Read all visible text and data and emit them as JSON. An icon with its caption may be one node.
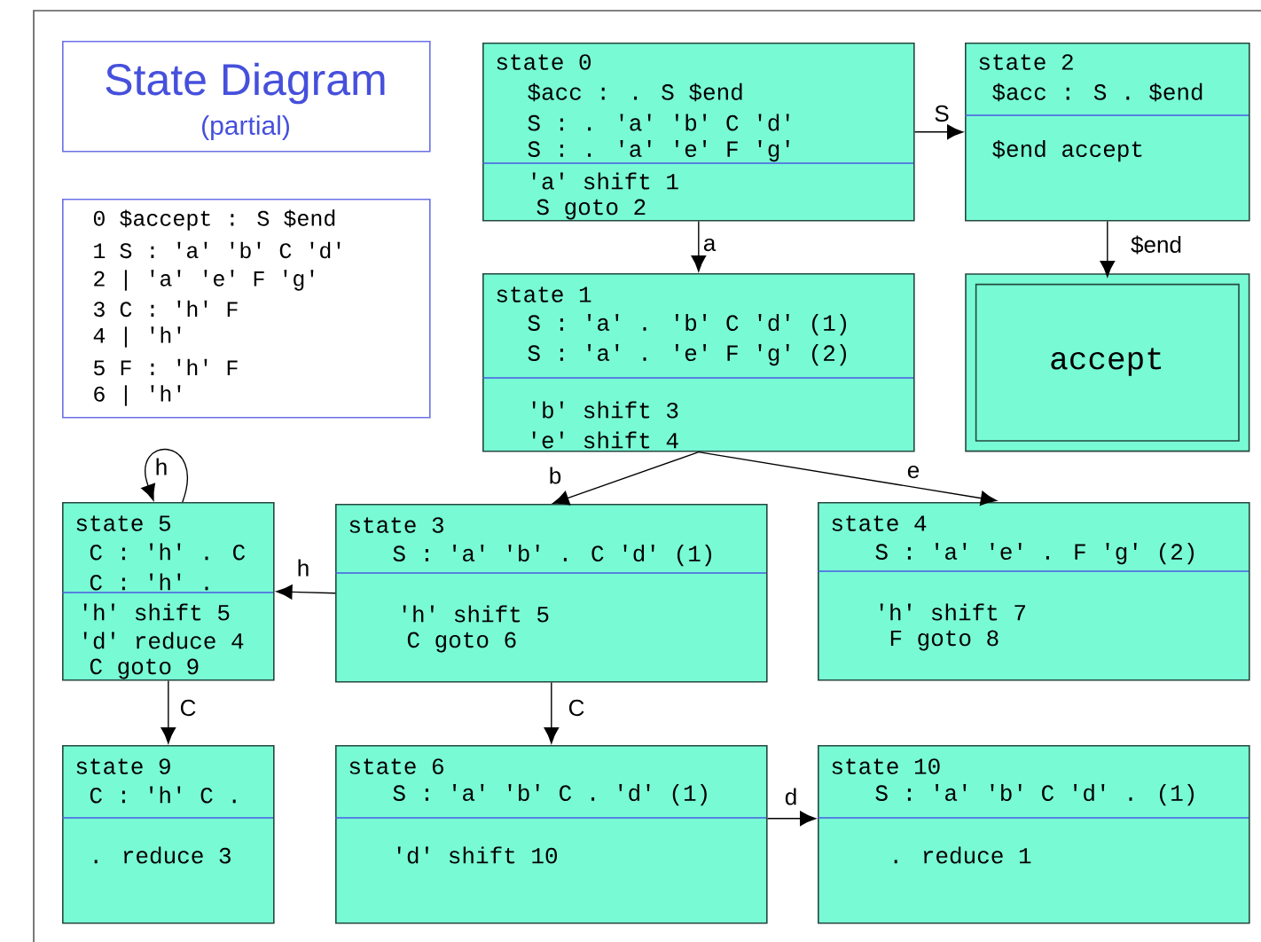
{
  "diagram": {
    "nodes": [
      {
        "text": [
          "State Diagram",
          "(partial)"
        ]
      },
      {
        "text": [
          "0 $accept : S $end",
          "1 S : 'a' 'b' C 'd'",
          "2 | 'a' 'e' F 'g'",
          "3 C : 'h' F",
          "4 | 'h'",
          "5 F : 'h' F",
          "6 | 'h'"
        ]
      },
      {
        "text": [
          "state 0",
          "$acc : . S $end",
          "S : . 'a' 'b' C 'd'",
          "S : . 'a' 'e' F 'g'",
          "'a' shift 1",
          "S goto 2"
        ]
      },
      {
        "text": [
          "state 2",
          "$acc : S . $end",
          "$end accept"
        ]
      },
      {
        "text": [
          "state 1",
          "S : 'a' . 'b' C 'd' (1)",
          "S : 'a' . 'e' F 'g' (2)",
          "'b' shift 3",
          "'e' shift 4"
        ]
      },
      {
        "text": [
          "accept"
        ]
      },
      {
        "text": [
          "state 5",
          "C : 'h' . C",
          "C : 'h' .",
          "'h' shift 5",
          "'d' reduce 4",
          "C goto 9"
        ]
      },
      {
        "text": [
          "state 3",
          "S : 'a' 'b' . C 'd' (1)",
          "'h' shift 5",
          "C goto 6"
        ]
      },
      {
        "text": [
          "state 4",
          "S : 'a' 'e' . F 'g' (2)",
          "'h' shift 7",
          "F goto 8"
        ]
      },
      {
        "text": [
          "state 9",
          "C : 'h' C .",
          ". reduce 3"
        ]
      },
      {
        "text": [
          "state 6",
          "S : 'a' 'b' C . 'd' (1)",
          "'d' shift 10"
        ]
      },
      {
        "text": [
          "state 10",
          "S : 'a' 'b' C 'd' . (1)",
          ". reduce 1"
        ]
      }
    ],
    "edges": [
      {
        "from": 2,
        "to": 3,
        "arrow": "to",
        "label": "S"
      },
      {
        "from": 2,
        "to": 4,
        "arrow": "to",
        "label": "a"
      },
      {
        "from": 3,
        "to": 5,
        "arrow": "to",
        "label": "$end"
      },
      {
        "from": 4,
        "to": 7,
        "arrow": "to",
        "label": "b"
      },
      {
        "from": 4,
        "to": 8,
        "arrow": "to",
        "label": "e"
      },
      {
        "from": 7,
        "to": 6,
        "arrow": "to",
        "label": "h"
      },
      {
        "from": 6,
        "to": 6,
        "arrow": "to",
        "label": "h"
      },
      {
        "from": 6,
        "to": 9,
        "arrow": "to",
        "label": "C"
      },
      {
        "from": 7,
        "to": 10,
        "arrow": "to",
        "label": "C"
      },
      {
        "from": 10,
        "to": 11,
        "arrow": "to",
        "label": "d"
      }
    ]
  }
}
